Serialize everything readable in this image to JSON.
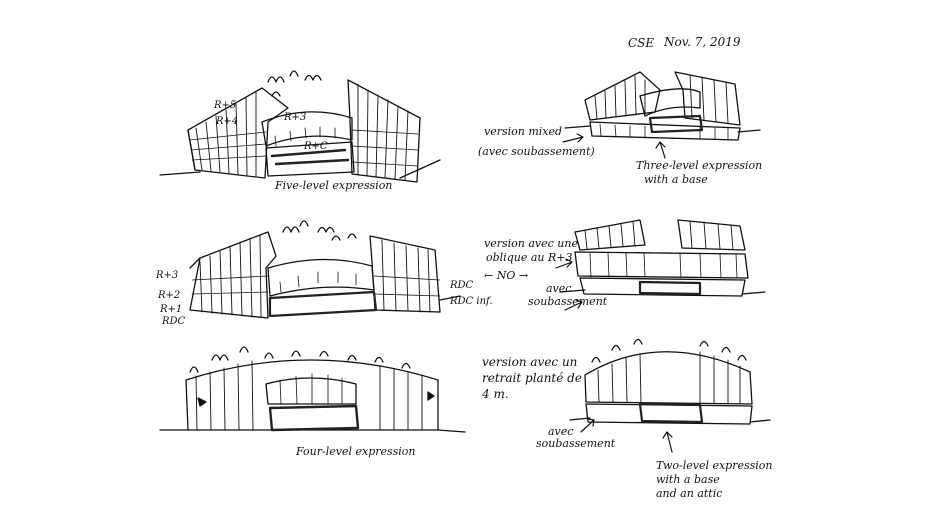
{
  "header": {
    "initials": "CSE",
    "date": "Nov. 7, 2019"
  },
  "sketches": {
    "five_level": {
      "caption": "Five-level expression",
      "labels": {
        "r5": "R+5",
        "r4": "R+4",
        "r3": "R+3",
        "rdc": "R+C"
      }
    },
    "three_level": {
      "caption_line1": "Three-level expression",
      "caption_line2": "with a base",
      "note_line1": "version mixed",
      "note_line2": "(avec soubassement)"
    },
    "oblique": {
      "note_line1": "version avec une",
      "note_line2": "oblique au R+3",
      "no_label": "← NO →",
      "labels": {
        "r3": "R+3",
        "r2": "R+2",
        "r1": "R+1",
        "rdc": "RDC",
        "rdc_right": "RDC",
        "rdc_inf": "RDC inf."
      }
    },
    "base_version": {
      "note_line1": "avec",
      "note_line2": "soubassement"
    },
    "four_level": {
      "caption": "Four-level expression",
      "note_line1": "version avec un",
      "note_line2": "retrait planté de",
      "note_line3": "4 m."
    },
    "two_level": {
      "note_line1": "avec",
      "note_line2": "soubassement",
      "caption_line1": "Two-level expression",
      "caption_line2": "with a base",
      "caption_line3": "and an attic"
    }
  }
}
